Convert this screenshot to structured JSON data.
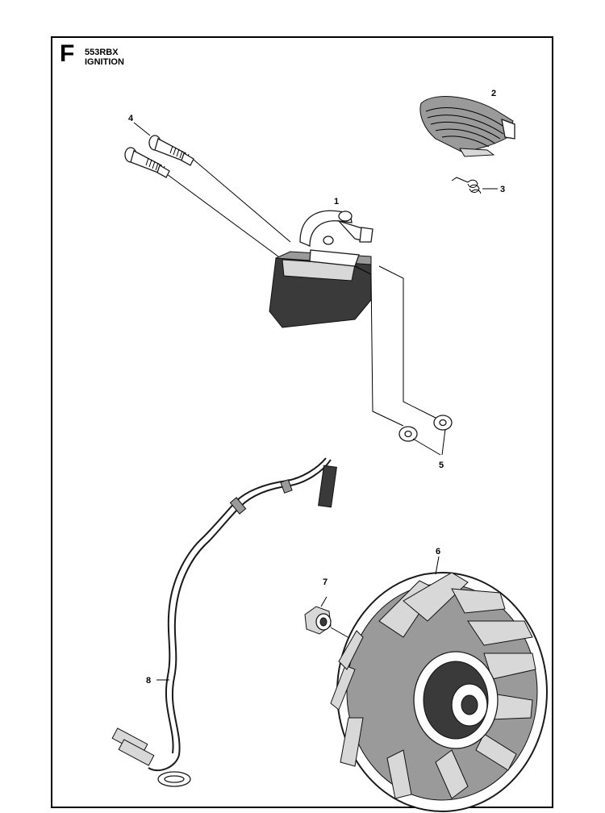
{
  "header": {
    "section_letter": "F",
    "model": "553RBX",
    "title": "IGNITION"
  },
  "callouts": [
    "1",
    "2",
    "3",
    "4",
    "5",
    "6",
    "7",
    "8"
  ],
  "parts": [
    {
      "ref": "1",
      "name": "ignition-module"
    },
    {
      "ref": "2",
      "name": "spark-plug-cap"
    },
    {
      "ref": "3",
      "name": "spring"
    },
    {
      "ref": "4",
      "name": "screws"
    },
    {
      "ref": "5",
      "name": "spacers"
    },
    {
      "ref": "6",
      "name": "flywheel"
    },
    {
      "ref": "7",
      "name": "flange-nut"
    },
    {
      "ref": "8",
      "name": "wiring-harness"
    }
  ]
}
